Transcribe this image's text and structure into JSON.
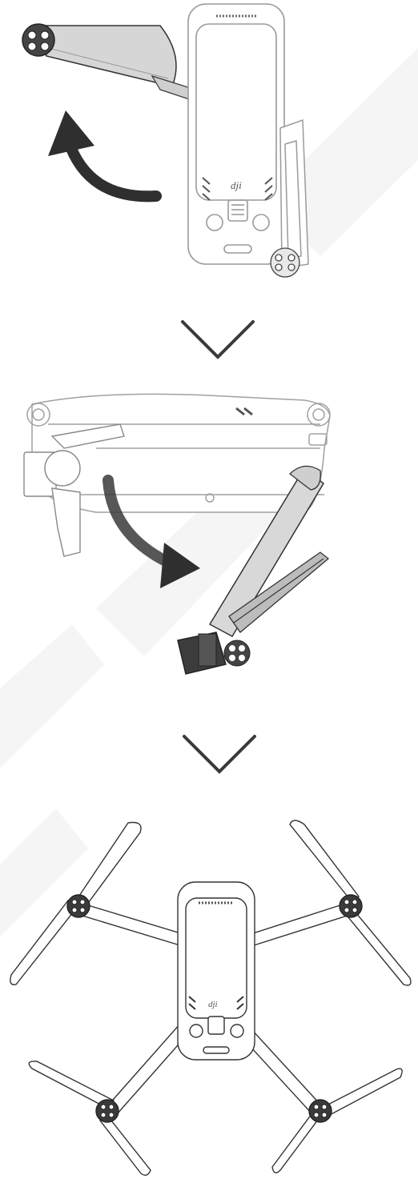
{
  "brand": {
    "logo_text": "dji"
  },
  "steps": [
    {
      "id": "unfold-front-arms",
      "arrow_direction": "counter-clockwise"
    },
    {
      "id": "unfold-rear-arms",
      "arrow_direction": "downward"
    },
    {
      "id": "unfolded-drone",
      "arrow_direction": ""
    }
  ],
  "colors": {
    "line": "#333333",
    "faint_line": "#bdbdbd",
    "arrow": "#2f2f2f",
    "arm_fill": "#d4d4d4",
    "step_chevron": "#3a3a3a",
    "background_watermark": "#f6f6f6"
  },
  "icons": [
    "curved-arrow-icon",
    "chevron-down-icon",
    "dji-logo"
  ]
}
